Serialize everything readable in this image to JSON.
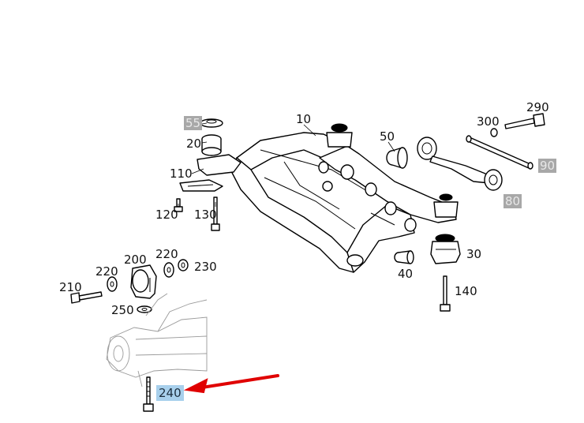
{
  "colors": {
    "highlight_grey": "#a8a8a8",
    "highlight_blue": "#a8d0ec",
    "arrow": "#e00000"
  },
  "callouts": {
    "c10": "10",
    "c20": "20",
    "c30": "30",
    "c40": "40",
    "c50": "50",
    "c55": "55",
    "c80": "80",
    "c90": "90",
    "c110": "110",
    "c120": "120",
    "c130": "130",
    "c140": "140",
    "c200": "200",
    "c210": "210",
    "c220a": "220",
    "c220b": "220",
    "c230": "230",
    "c240": "240",
    "c250": "250",
    "c290": "290",
    "c300": "300"
  },
  "highlighted": [
    "55",
    "80",
    "90",
    "240"
  ],
  "selected_part": "240"
}
